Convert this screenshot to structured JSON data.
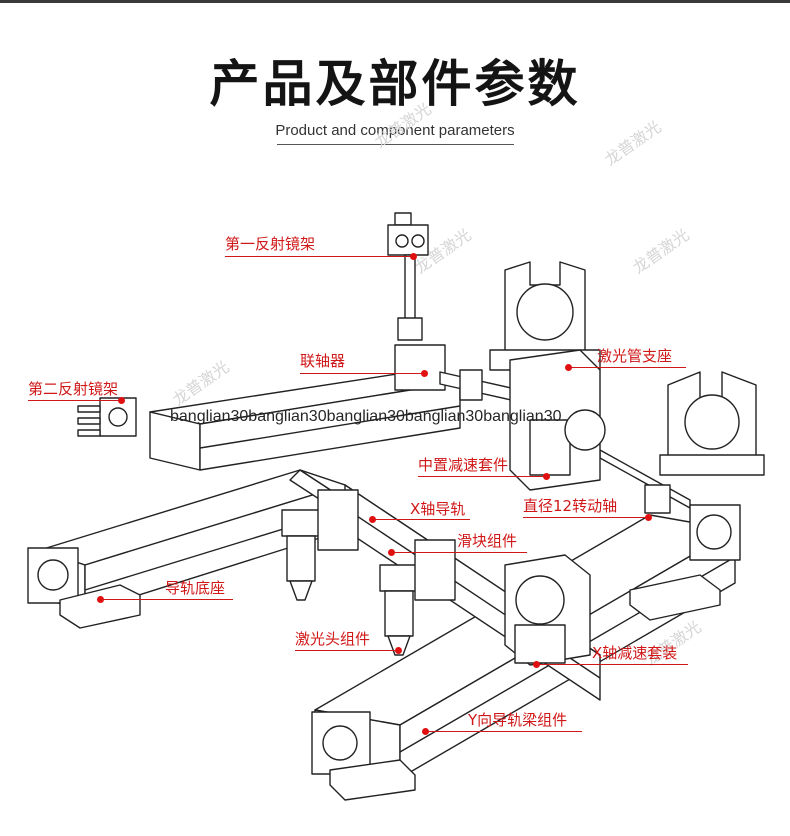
{
  "header": {
    "title": "产品及部件参数",
    "subtitle": "Product and component parameters"
  },
  "watermark": {
    "text": "龙普激光",
    "overlay_text": "banglian30banglian30banglian30banglian30banglian30"
  },
  "components": [
    {
      "name": "第一反射镜架"
    },
    {
      "name": "联轴器"
    },
    {
      "name": "第二反射镜架"
    },
    {
      "name": "激光管支座"
    },
    {
      "name": "中置减速套件"
    },
    {
      "name": "X轴导轨"
    },
    {
      "name": "直径12转动轴"
    },
    {
      "name": "滑块组件"
    },
    {
      "name": "导轨底座"
    },
    {
      "name": "激光头组件"
    },
    {
      "name": "X轴减速套装"
    },
    {
      "name": "Y向导轨梁组件"
    }
  ],
  "colors": {
    "accent": "#d01818",
    "title": "#141414",
    "line": "#222222"
  }
}
